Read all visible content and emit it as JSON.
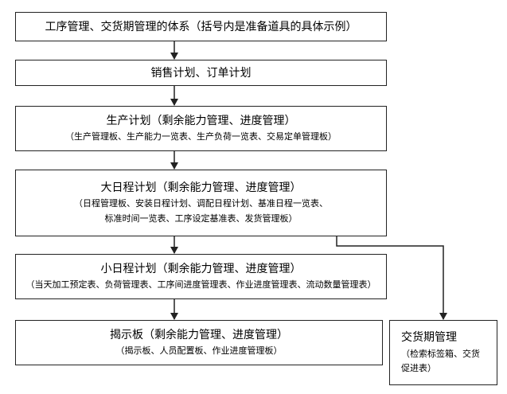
{
  "boxes": {
    "title": {
      "line1": "工序管理、交货期管理的体系（括号内是准备道具的具体示例）"
    },
    "sales": {
      "line1": "销售计划、订单计划"
    },
    "prod": {
      "line1": "生产计划（剩余能力管理、进度管理）",
      "line2": "（生产管理板、生产能力一览表、生产负荷一览表、交易定单管理板）"
    },
    "big": {
      "line1": "大日程计划（剩余能力管理、进度管理）",
      "line2": "（日程管理板、安装日程计划、调配日程计划、基准日程一览表、",
      "line3": "标准时间一览表、工序设定基准表、发货管理板）"
    },
    "small": {
      "line1": "小日程计划（剩余能力管理、进度管理）",
      "line2": "（当天加工预定表、负荷管理表、工序间进度管理表、作业进度管理表、流动数量管理表）"
    },
    "board": {
      "line1": "揭示板（剩余能力管理、进度管理）",
      "line2": "（揭示板、人员配置板、作业进度管理板）"
    },
    "deliver": {
      "line1": "交货期管理",
      "line2": "（检索标签箱、交货",
      "line3": "促进表）"
    }
  }
}
